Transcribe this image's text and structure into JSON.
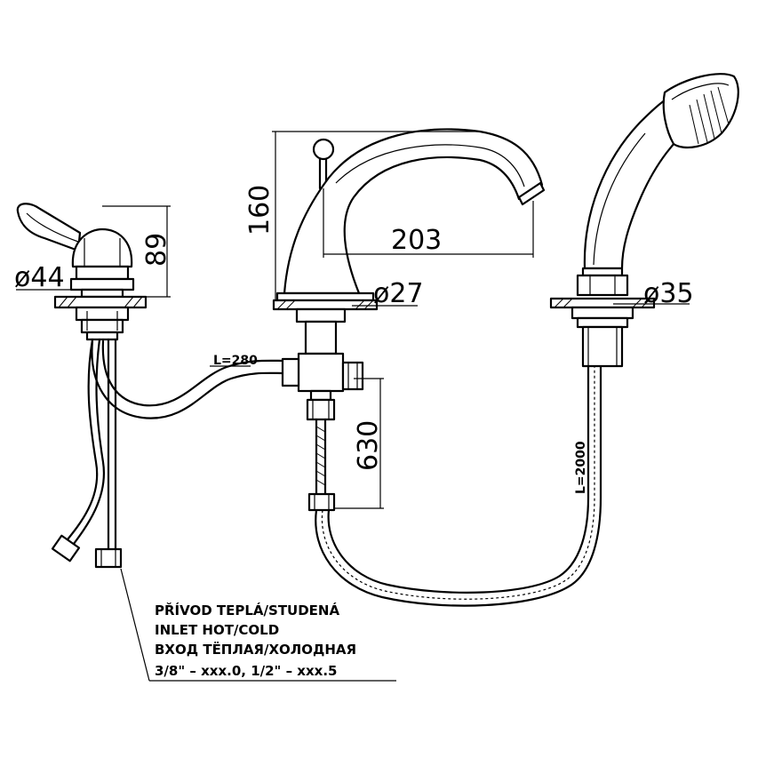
{
  "dimensions": {
    "handle_height": "89",
    "handle_diameter": "ø44",
    "spout_height": "160",
    "spout_reach": "203",
    "spout_diameter": "ø27",
    "shower_diameter": "ø35",
    "connector_length": "L=280",
    "hose_drop": "630",
    "shower_hose_length": "L=2000"
  },
  "note": {
    "line1": "PŘÍVOD TEPLÁ/STUDENÁ",
    "line2": "INLET HOT/COLD",
    "line3": "ВХОД ТЁПЛАЯ/ХОЛОДНАЯ",
    "line4": "3/8\" – xxx.0, 1/2\" – xxx.5"
  }
}
